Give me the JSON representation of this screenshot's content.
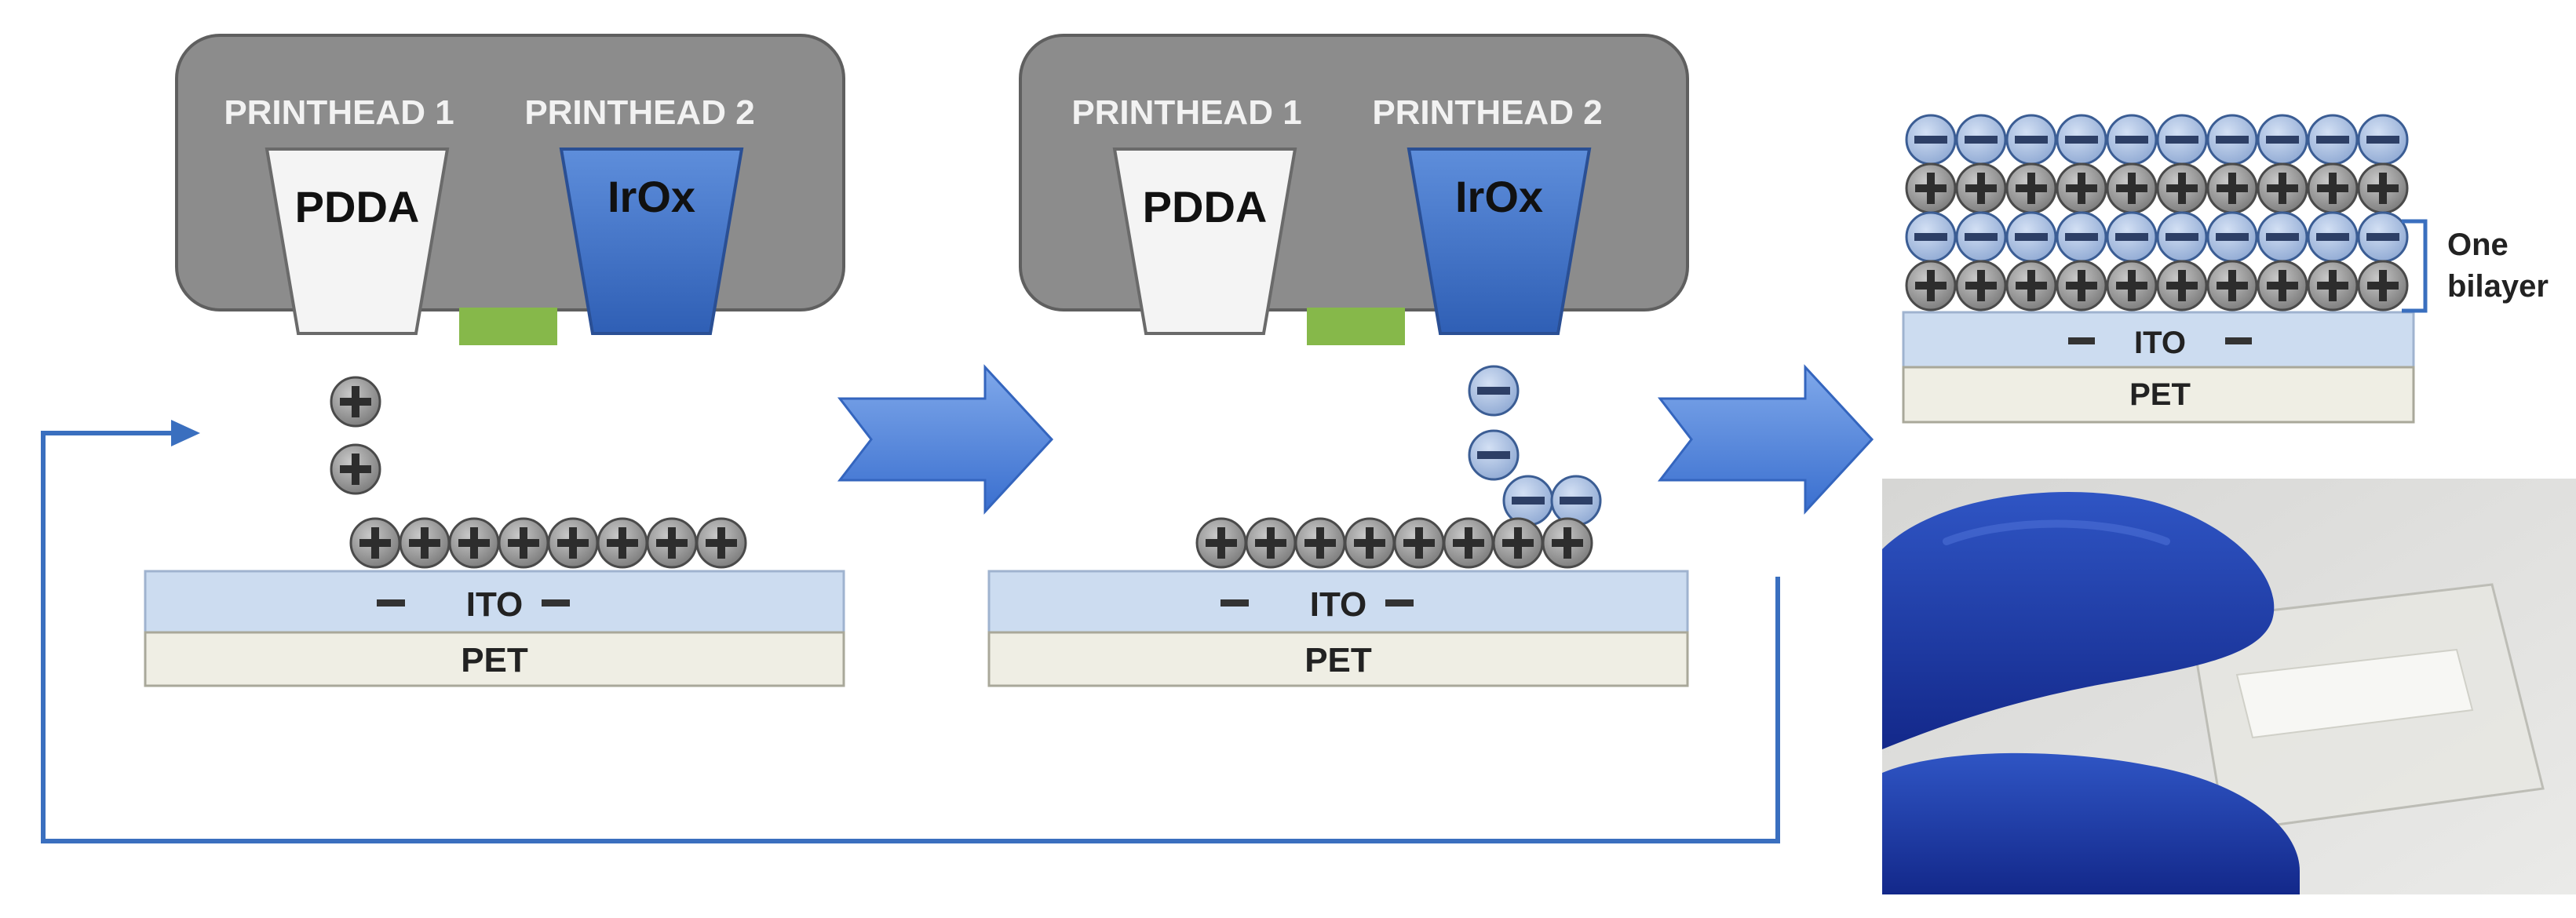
{
  "panels": [
    {
      "printhead_1_label": "PRINTHEAD 1",
      "printhead_2_label": "PRINTHEAD 2",
      "nozzle_1_text": "PDDA",
      "nozzle_2_text": "IrOx",
      "ito_label": "ITO",
      "pet_label": "PET"
    },
    {
      "printhead_1_label": "PRINTHEAD 1",
      "printhead_2_label": "PRINTHEAD 2",
      "nozzle_1_text": "PDDA",
      "nozzle_2_text": "IrOx",
      "ito_label": "ITO",
      "pet_label": "PET"
    }
  ],
  "result": {
    "ito_label": "ITO",
    "pet_label": "PET",
    "bracket_label_line1": "One",
    "bracket_label_line2": "bilayer"
  },
  "colors": {
    "printhead_body": "#8c8c8c",
    "pdda_nozzle": "#f4f4f4",
    "irox_nozzle": "#3d73c9",
    "green_pad": "#86b84a",
    "ito_layer": "#ccdcf0",
    "pet_layer": "#efeee4",
    "arrow": "#4a80d8",
    "loop_line": "#3a6fbf",
    "glove": "#1d3fa8"
  },
  "icons": {
    "positive_charge": "plus-charge-icon",
    "negative_charge": "minus-charge-icon"
  }
}
